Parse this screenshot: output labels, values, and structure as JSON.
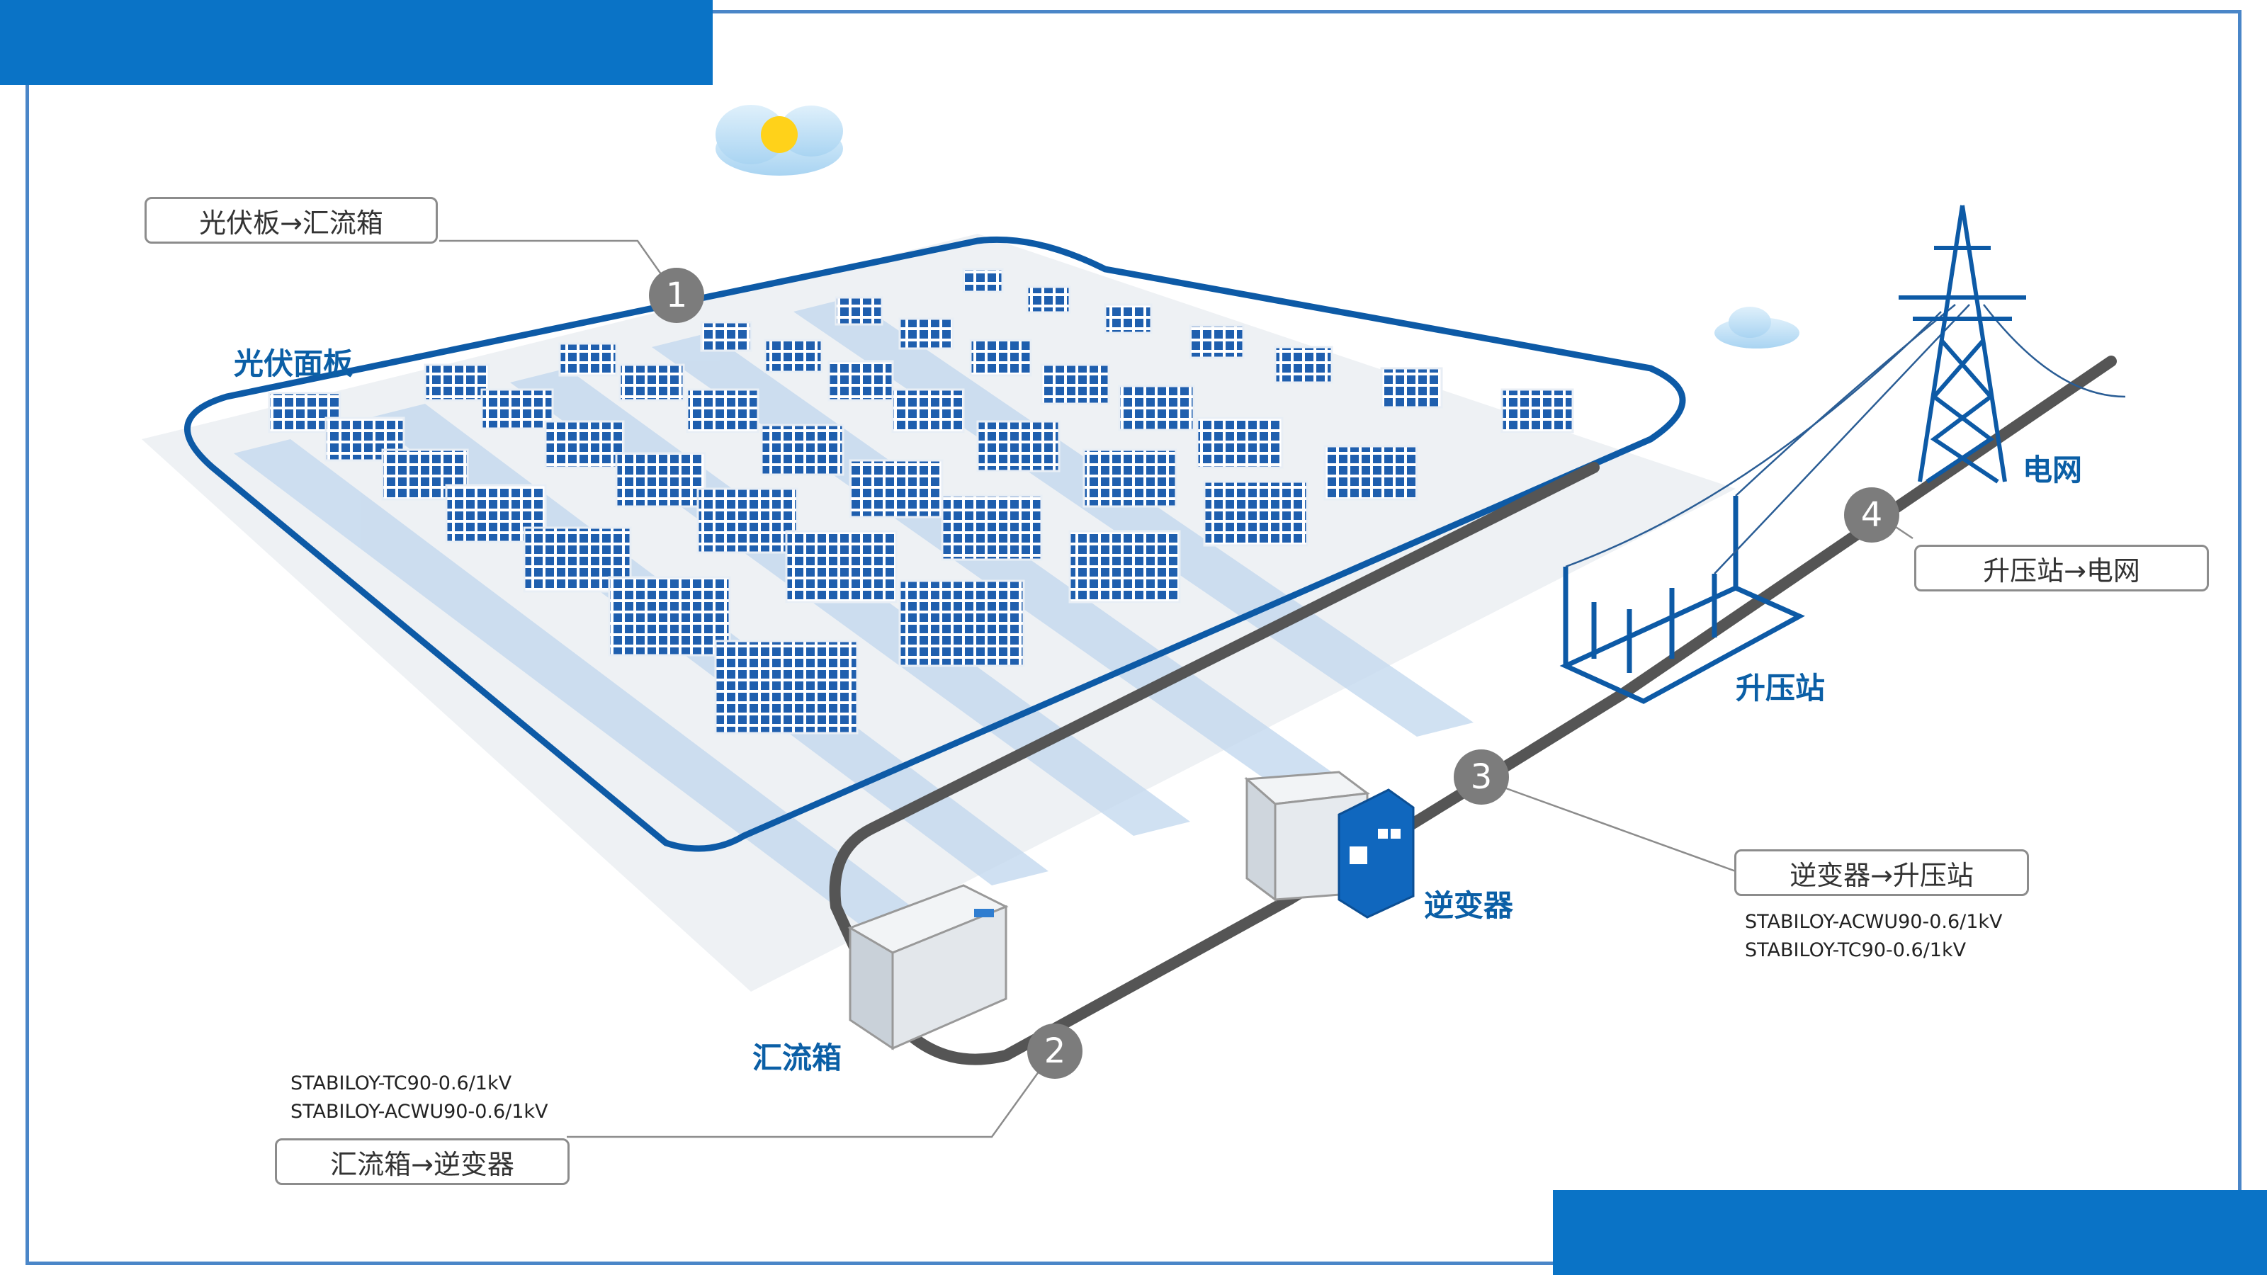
{
  "colors": {
    "accent": "#0a73c6",
    "panel": "#1f5fae",
    "cable": "#555555",
    "label": "#0b5fa6"
  },
  "labels": {
    "pv_panel": "光伏面板",
    "combiner": "汇流箱",
    "inverter": "逆变器",
    "substation": "升压站",
    "grid": "电网"
  },
  "steps": [
    {
      "number": "1",
      "title": "光伏板→汇流箱",
      "specs": []
    },
    {
      "number": "2",
      "title": "汇流箱→逆变器",
      "specs": [
        "STABILOY-TC90-0.6/1kV",
        "STABILOY-ACWU90-0.6/1kV"
      ]
    },
    {
      "number": "3",
      "title": "逆变器→升压站",
      "specs": [
        "STABILOY-ACWU90-0.6/1kV",
        "STABILOY-TC90-0.6/1kV"
      ]
    },
    {
      "number": "4",
      "title": "升压站→电网",
      "specs": []
    }
  ],
  "icons": [
    "sun-cloud-icon",
    "cloud-icon",
    "transmission-tower-icon"
  ]
}
